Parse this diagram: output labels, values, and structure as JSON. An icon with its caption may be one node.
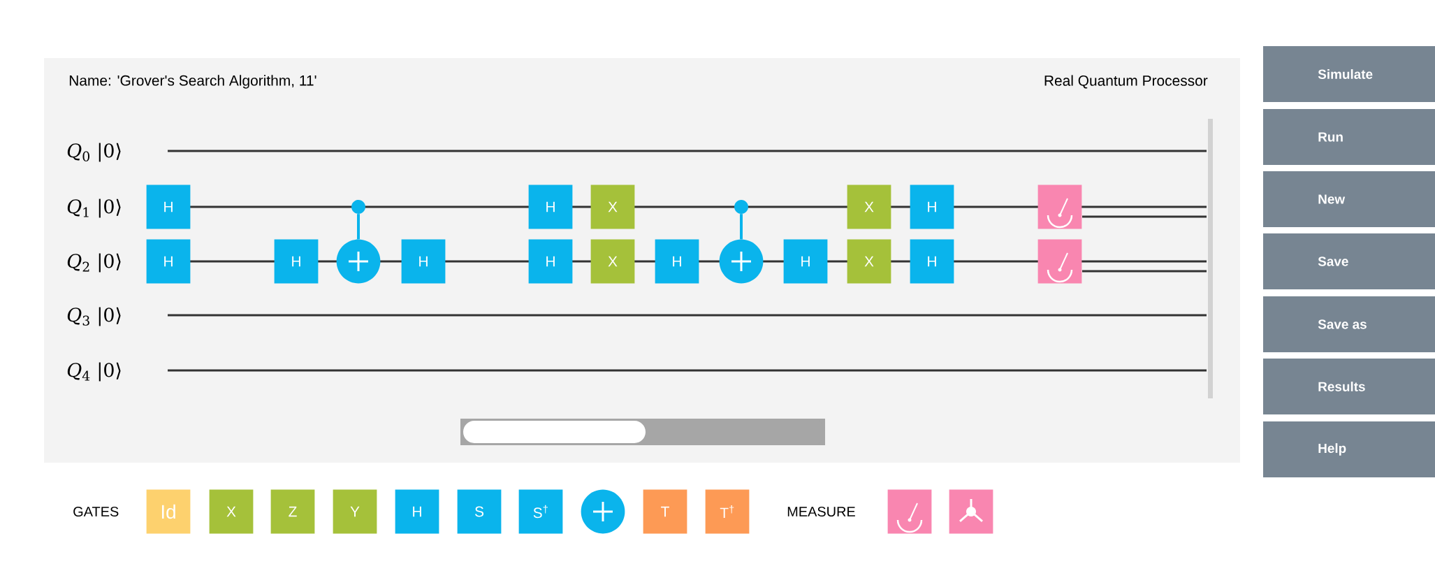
{
  "diagram": {
    "nodes": [
      {
        "text": [
          "H"
        ]
      },
      {
        "text": [
          "H"
        ]
      },
      {
        "text": [
          "H"
        ]
      },
      {
        "text": [],
        "shape": "circle"
      },
      {
        "text": [],
        "shape": "circle"
      },
      {
        "text": [
          "H"
        ]
      },
      {
        "text": [
          "H"
        ]
      },
      {
        "text": [
          "H"
        ]
      },
      {
        "text": [
          "X"
        ]
      },
      {
        "text": [
          "X"
        ]
      },
      {
        "text": [
          "H"
        ]
      },
      {
        "text": [],
        "shape": "circle"
      },
      {
        "text": [],
        "shape": "circle"
      },
      {
        "text": [
          "H"
        ]
      },
      {
        "text": [
          "X"
        ]
      },
      {
        "text": [
          "X"
        ]
      },
      {
        "text": [
          "H"
        ]
      },
      {
        "text": [
          "H"
        ]
      },
      {
        "text": [],
        "shape": "box"
      },
      {
        "text": [],
        "shape": "box"
      },
      {
        "text": [
          "Id"
        ]
      },
      {
        "text": [
          "X"
        ]
      },
      {
        "text": [
          "Z"
        ]
      },
      {
        "text": [
          "Y"
        ]
      },
      {
        "text": [
          "H"
        ]
      },
      {
        "text": [
          "S"
        ]
      },
      {
        "text": [
          "S$^{†}$"
        ]
      },
      {
        "text": [],
        "shape": "circle"
      },
      {
        "text": [
          "T"
        ]
      },
      {
        "text": [
          "T$^{†}$"
        ]
      },
      {
        "text": [],
        "shape": "box"
      },
      {
        "text": [],
        "shape": "box"
      }
    ],
    "edges": [
      {
        "from": 3,
        "to": 4,
        "arrow": "none"
      },
      {
        "from": 11,
        "to": 12,
        "arrow": "none"
      }
    ],
    "labels": [
      "Name: 'Grover's Search Algorithm, 11'",
      "Real Quantum Processor",
      "*Q*$_{0}$ |0⟩",
      "*Q*$_{1}$ |0⟩",
      "*Q*$_{2}$ |0⟩",
      "*Q*$_{3}$ |0⟩",
      "*Q*$_{4}$ |0⟩",
      "Simulate",
      "Run",
      "New",
      "Save",
      "Save as",
      "Results",
      "Help",
      "GATES",
      "MEASURE"
    ]
  }
}
